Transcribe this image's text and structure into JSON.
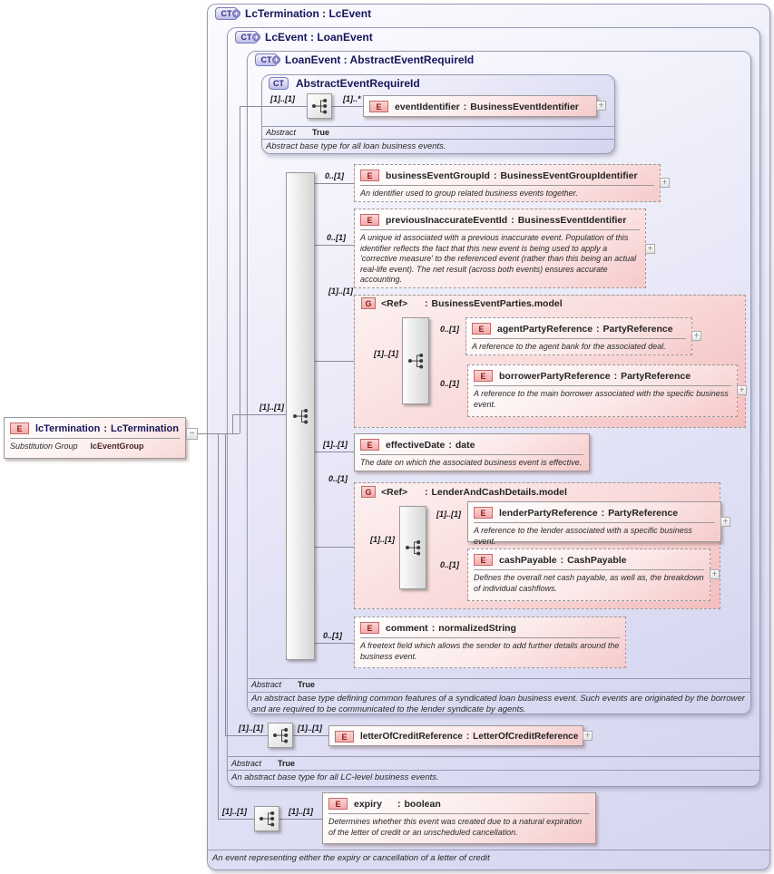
{
  "strings": {
    "sep": ":",
    "plus": "+",
    "minus": "−"
  },
  "badges": {
    "complextype": "CT",
    "element": "E",
    "group": "G"
  },
  "mult": {
    "one_one": "[1]..[1]",
    "zero_one": "0..[1]",
    "one_star": "[1]..*"
  },
  "left_element": {
    "name": "lcTermination",
    "type": "LcTermination",
    "substitution_group_label": "Substitution Group",
    "substitution_group_value": "lcEventGroup"
  },
  "containers": {
    "lcTermination": {
      "title": "LcTermination : LcEvent",
      "footer": "An event representing either the expiry or cancellation of a letter of credit"
    },
    "lcEvent": {
      "title": "LcEvent : LoanEvent",
      "abstract_label": "Abstract",
      "abstract_value": "True",
      "footer": "An abstract base type for all LC-level business events."
    },
    "loanEvent": {
      "title": "LoanEvent : AbstractEventRequireId",
      "abstract_label": "Abstract",
      "abstract_value": "True",
      "footer": "An abstract base type defining common features of a syndicated loan business event. Such events are originated by the borrower and are required to be communicated to the lender syndicate by agents."
    },
    "abstractEventRequireId": {
      "title": "AbstractEventRequireId",
      "abstract_label": "Abstract",
      "abstract_value": "True",
      "footer": "Abstract base type for all loan business events."
    }
  },
  "groups": {
    "businessEventParties": {
      "ref": "<Ref>",
      "type": "BusinessEventParties.model"
    },
    "lenderAndCashDetails": {
      "ref": "<Ref>",
      "type": "LenderAndCashDetails.model"
    }
  },
  "elements": {
    "eventIdentifier": {
      "name": "eventIdentifier",
      "type": "BusinessEventIdentifier"
    },
    "businessEventGroupId": {
      "name": "businessEventGroupId",
      "type": "BusinessEventGroupIdentifier",
      "desc": "An identifier used to group related business events together."
    },
    "previousInaccurateEventId": {
      "name": "previousInaccurateEventId",
      "type": "BusinessEventIdentifier",
      "desc": "A unique id associated with a previous inaccurate event. Population of this identifier reflects the fact that this new event is being used to apply a 'corrective measure' to the referenced event (rather than this being an actual real-life event). The net result (across both events) ensures accurate accounting."
    },
    "agentPartyReference": {
      "name": "agentPartyReference",
      "type": "PartyReference",
      "desc": "A reference to the agent bank for the associated deal."
    },
    "borrowerPartyReference": {
      "name": "borrowerPartyReference",
      "type": "PartyReference",
      "desc": "A reference to the main borrower associated with the specific business event."
    },
    "effectiveDate": {
      "name": "effectiveDate",
      "type": "date",
      "desc": "The date on which the associated business event is effective."
    },
    "lenderPartyReference": {
      "name": "lenderPartyReference",
      "type": "PartyReference",
      "desc": "A reference to the lender associated with a specific business event."
    },
    "cashPayable": {
      "name": "cashPayable",
      "type": "CashPayable",
      "desc": "Defines the overall net cash payable, as well as, the breakdown of individual cashflows."
    },
    "comment": {
      "name": "comment",
      "type": "normalizedString",
      "desc": "A freetext field which allows the sender to add further details around the business event."
    },
    "letterOfCreditReference": {
      "name": "letterOfCreditReference",
      "type": "LetterOfCreditReference"
    },
    "expiry": {
      "name": "expiry",
      "type": "boolean",
      "desc": "Determines whether this event was created due to a natural expiration of the letter of credit or an unscheduled cancellation."
    }
  },
  "colors": {
    "container_fill": "#dedef4",
    "container_border": "#9898b4",
    "element_fill": "#f6caca",
    "element_border": "#9a9a9a",
    "badge_purple": "#7878bc",
    "badge_red": "#c46a6a",
    "title_navy": "#16165a",
    "connector": "#8a8a9a"
  }
}
